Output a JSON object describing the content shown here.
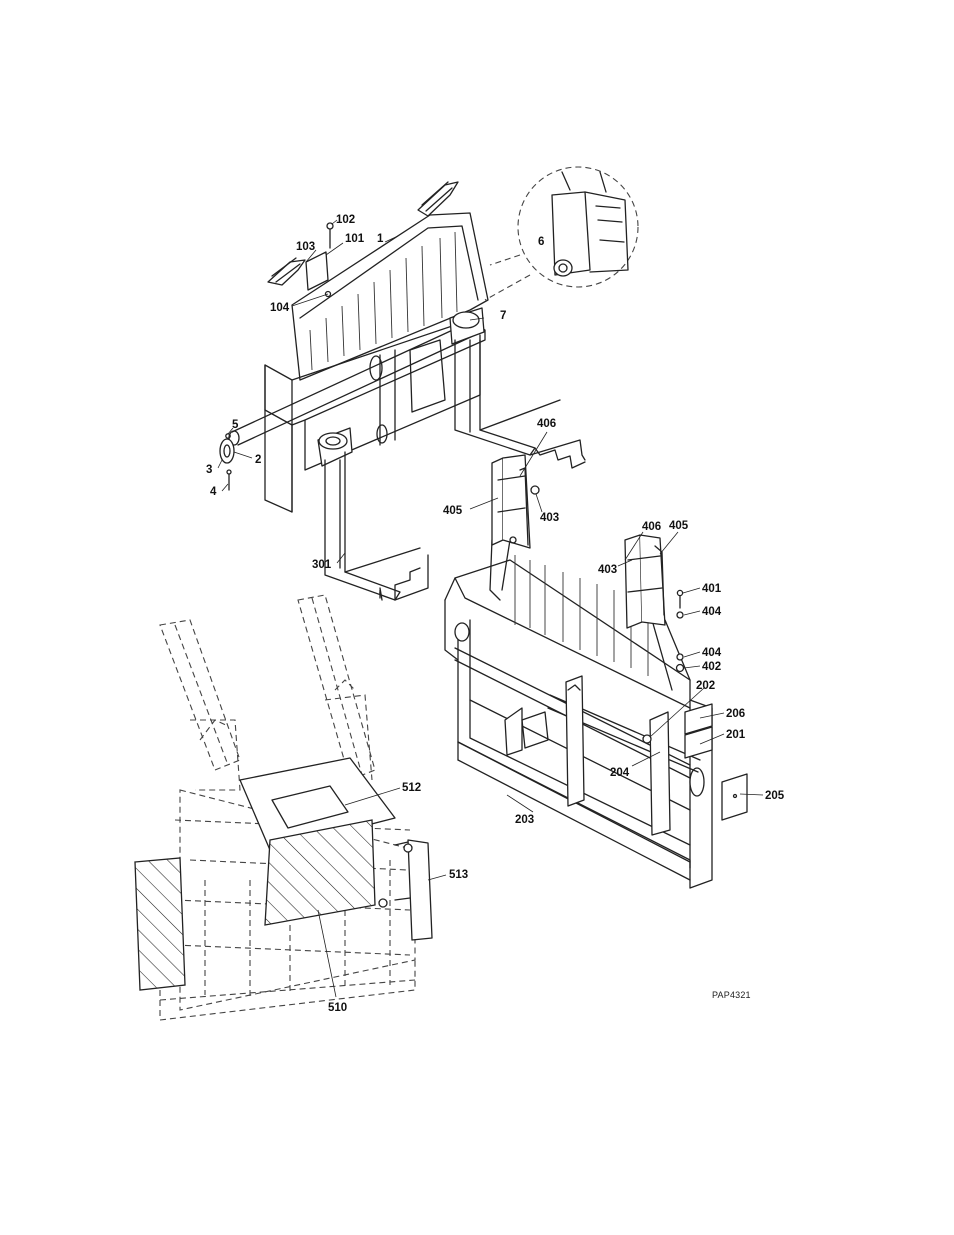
{
  "callouts": [
    {
      "id": "c102",
      "text": "102"
    },
    {
      "id": "c103",
      "text": "103"
    },
    {
      "id": "c101",
      "text": "101"
    },
    {
      "id": "c1",
      "text": "1"
    },
    {
      "id": "c6",
      "text": "6"
    },
    {
      "id": "c104",
      "text": "104"
    },
    {
      "id": "c7",
      "text": "7"
    },
    {
      "id": "c5",
      "text": "5"
    },
    {
      "id": "c3",
      "text": "3"
    },
    {
      "id": "c2",
      "text": "2"
    },
    {
      "id": "c4",
      "text": "4"
    },
    {
      "id": "c406a",
      "text": "406"
    },
    {
      "id": "c405a",
      "text": "405"
    },
    {
      "id": "c403a",
      "text": "403"
    },
    {
      "id": "c406b",
      "text": "406"
    },
    {
      "id": "c405b",
      "text": "405"
    },
    {
      "id": "c403b",
      "text": "403"
    },
    {
      "id": "c301",
      "text": "301"
    },
    {
      "id": "c401",
      "text": "401"
    },
    {
      "id": "c404a",
      "text": "404"
    },
    {
      "id": "c404b",
      "text": "404"
    },
    {
      "id": "c402",
      "text": "402"
    },
    {
      "id": "c202",
      "text": "202"
    },
    {
      "id": "c206",
      "text": "206"
    },
    {
      "id": "c201",
      "text": "201"
    },
    {
      "id": "c204",
      "text": "204"
    },
    {
      "id": "c205",
      "text": "205"
    },
    {
      "id": "c203",
      "text": "203"
    },
    {
      "id": "c512",
      "text": "512"
    },
    {
      "id": "c513",
      "text": "513"
    },
    {
      "id": "c510",
      "text": "510"
    }
  ],
  "reference_code": "PAP4321"
}
